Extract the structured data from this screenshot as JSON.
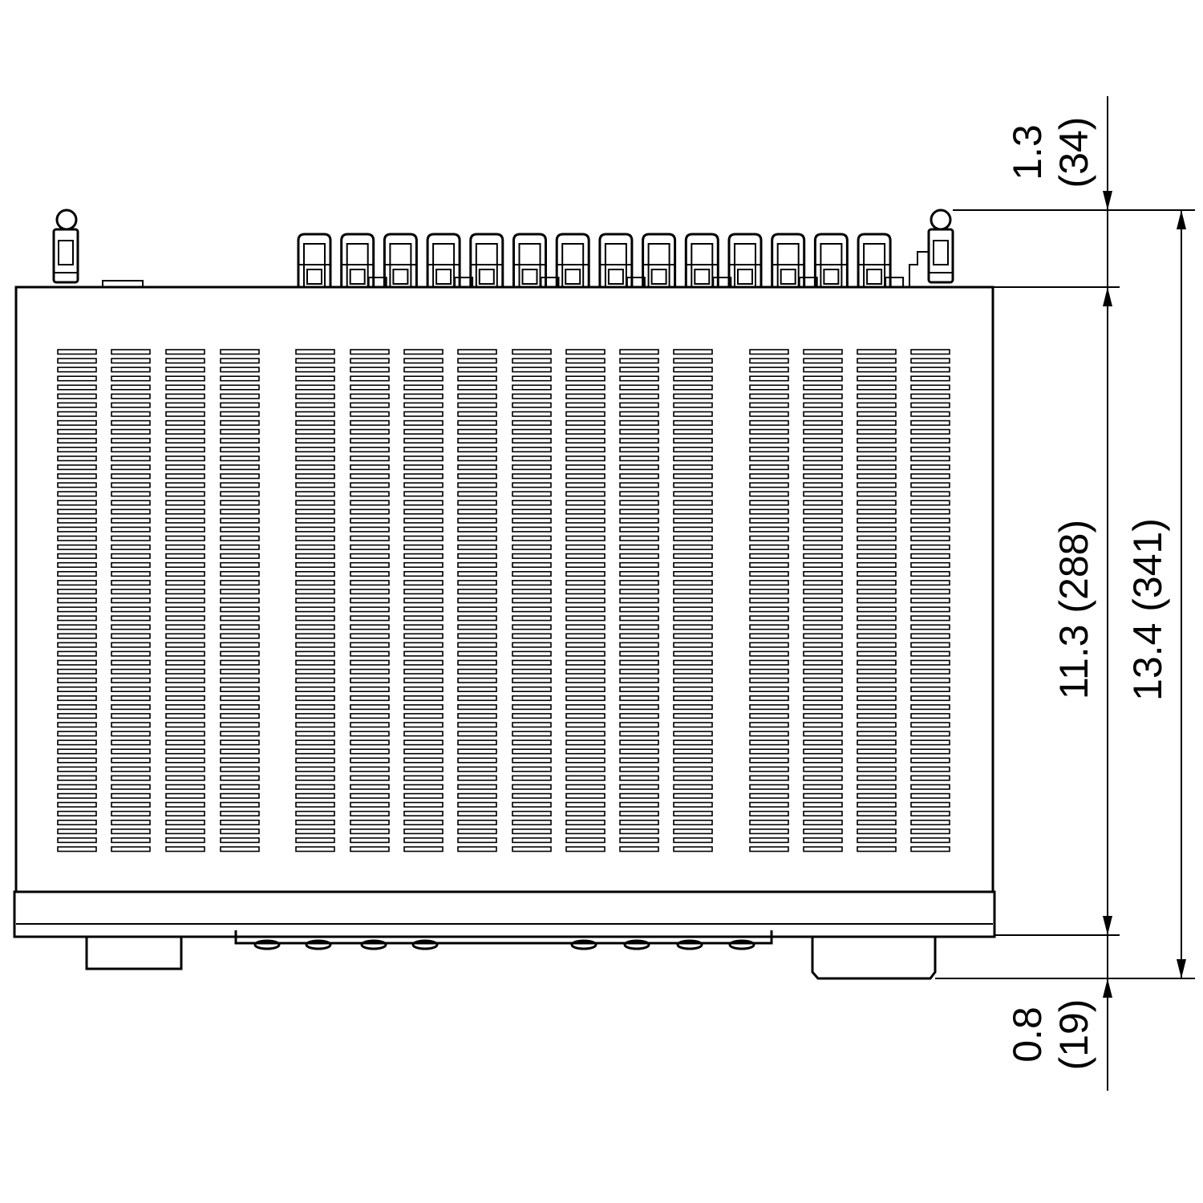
{
  "dimensions": {
    "top_extension": {
      "inch": "1.3",
      "mm": "(34)"
    },
    "body_depth": "11.3 (288)",
    "overall_depth": "13.4 (341)",
    "bottom_extension": {
      "inch": "0.8",
      "mm": "(19)"
    }
  },
  "colors": {
    "line": "#000000",
    "background": "#ffffff"
  },
  "icons": [
    "arrowhead-icon",
    "antenna-terminal-icon",
    "speaker-terminal-icon",
    "knob-icon"
  ]
}
